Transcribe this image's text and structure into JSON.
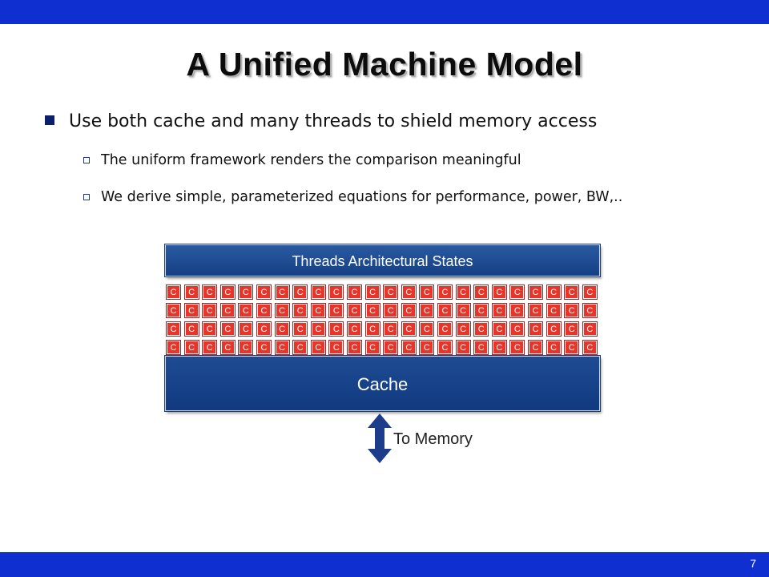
{
  "slide": {
    "title": "A Unified Machine Model",
    "number": "7"
  },
  "bullets": {
    "main": "Use both cache and many threads to shield memory access",
    "sub": [
      "The uniform framework renders the comparison meaningful",
      "We derive simple, parameterized equations for performance, power, BW,.."
    ]
  },
  "diagram": {
    "threads_label": "Threads Architectural States",
    "cache_label": "Cache",
    "memory_label": "To Memory",
    "core_label": "C",
    "core_rows": 4,
    "core_cols": 24
  },
  "colors": {
    "bar_blue": "#0f2fd0",
    "box_blue": "#153f85",
    "core_red": "#e8352a",
    "arrow_blue": "#1d3c8a"
  }
}
